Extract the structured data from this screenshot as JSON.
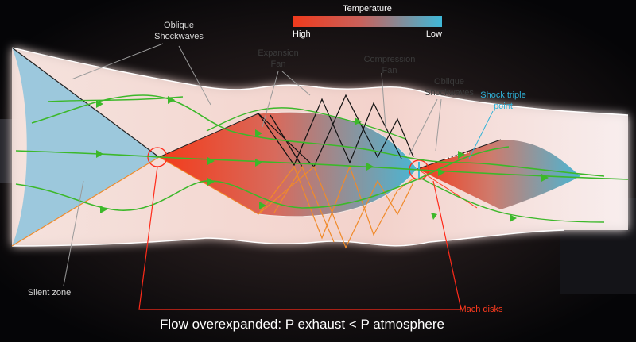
{
  "legend": {
    "title": "Temperature",
    "high_label": "High",
    "low_label": "Low",
    "colors": {
      "high": "#f03a1c",
      "low": "#3fb8d8"
    }
  },
  "labels": {
    "oblique_shockwaves_1": [
      "Oblique",
      "Shockwaves"
    ],
    "expansion_fan": [
      "Expansion",
      "Fan"
    ],
    "compression_fan": [
      "Compression",
      "Fan"
    ],
    "oblique_shockwaves_2": [
      "Oblique",
      "Shockwaves"
    ],
    "shock_triple_point": [
      "Shock triple",
      "point"
    ],
    "silent_zone": "Silent zone",
    "mach_disks": "Mach disks"
  },
  "caption": "Flow overexpanded: P exhaust < P atmosphere",
  "colors": {
    "streamline": "#3cb82a",
    "shock_orange": "#f08a2a",
    "plume_glow": "#f3d6cf",
    "cone_blue": "#8fc4dc"
  }
}
